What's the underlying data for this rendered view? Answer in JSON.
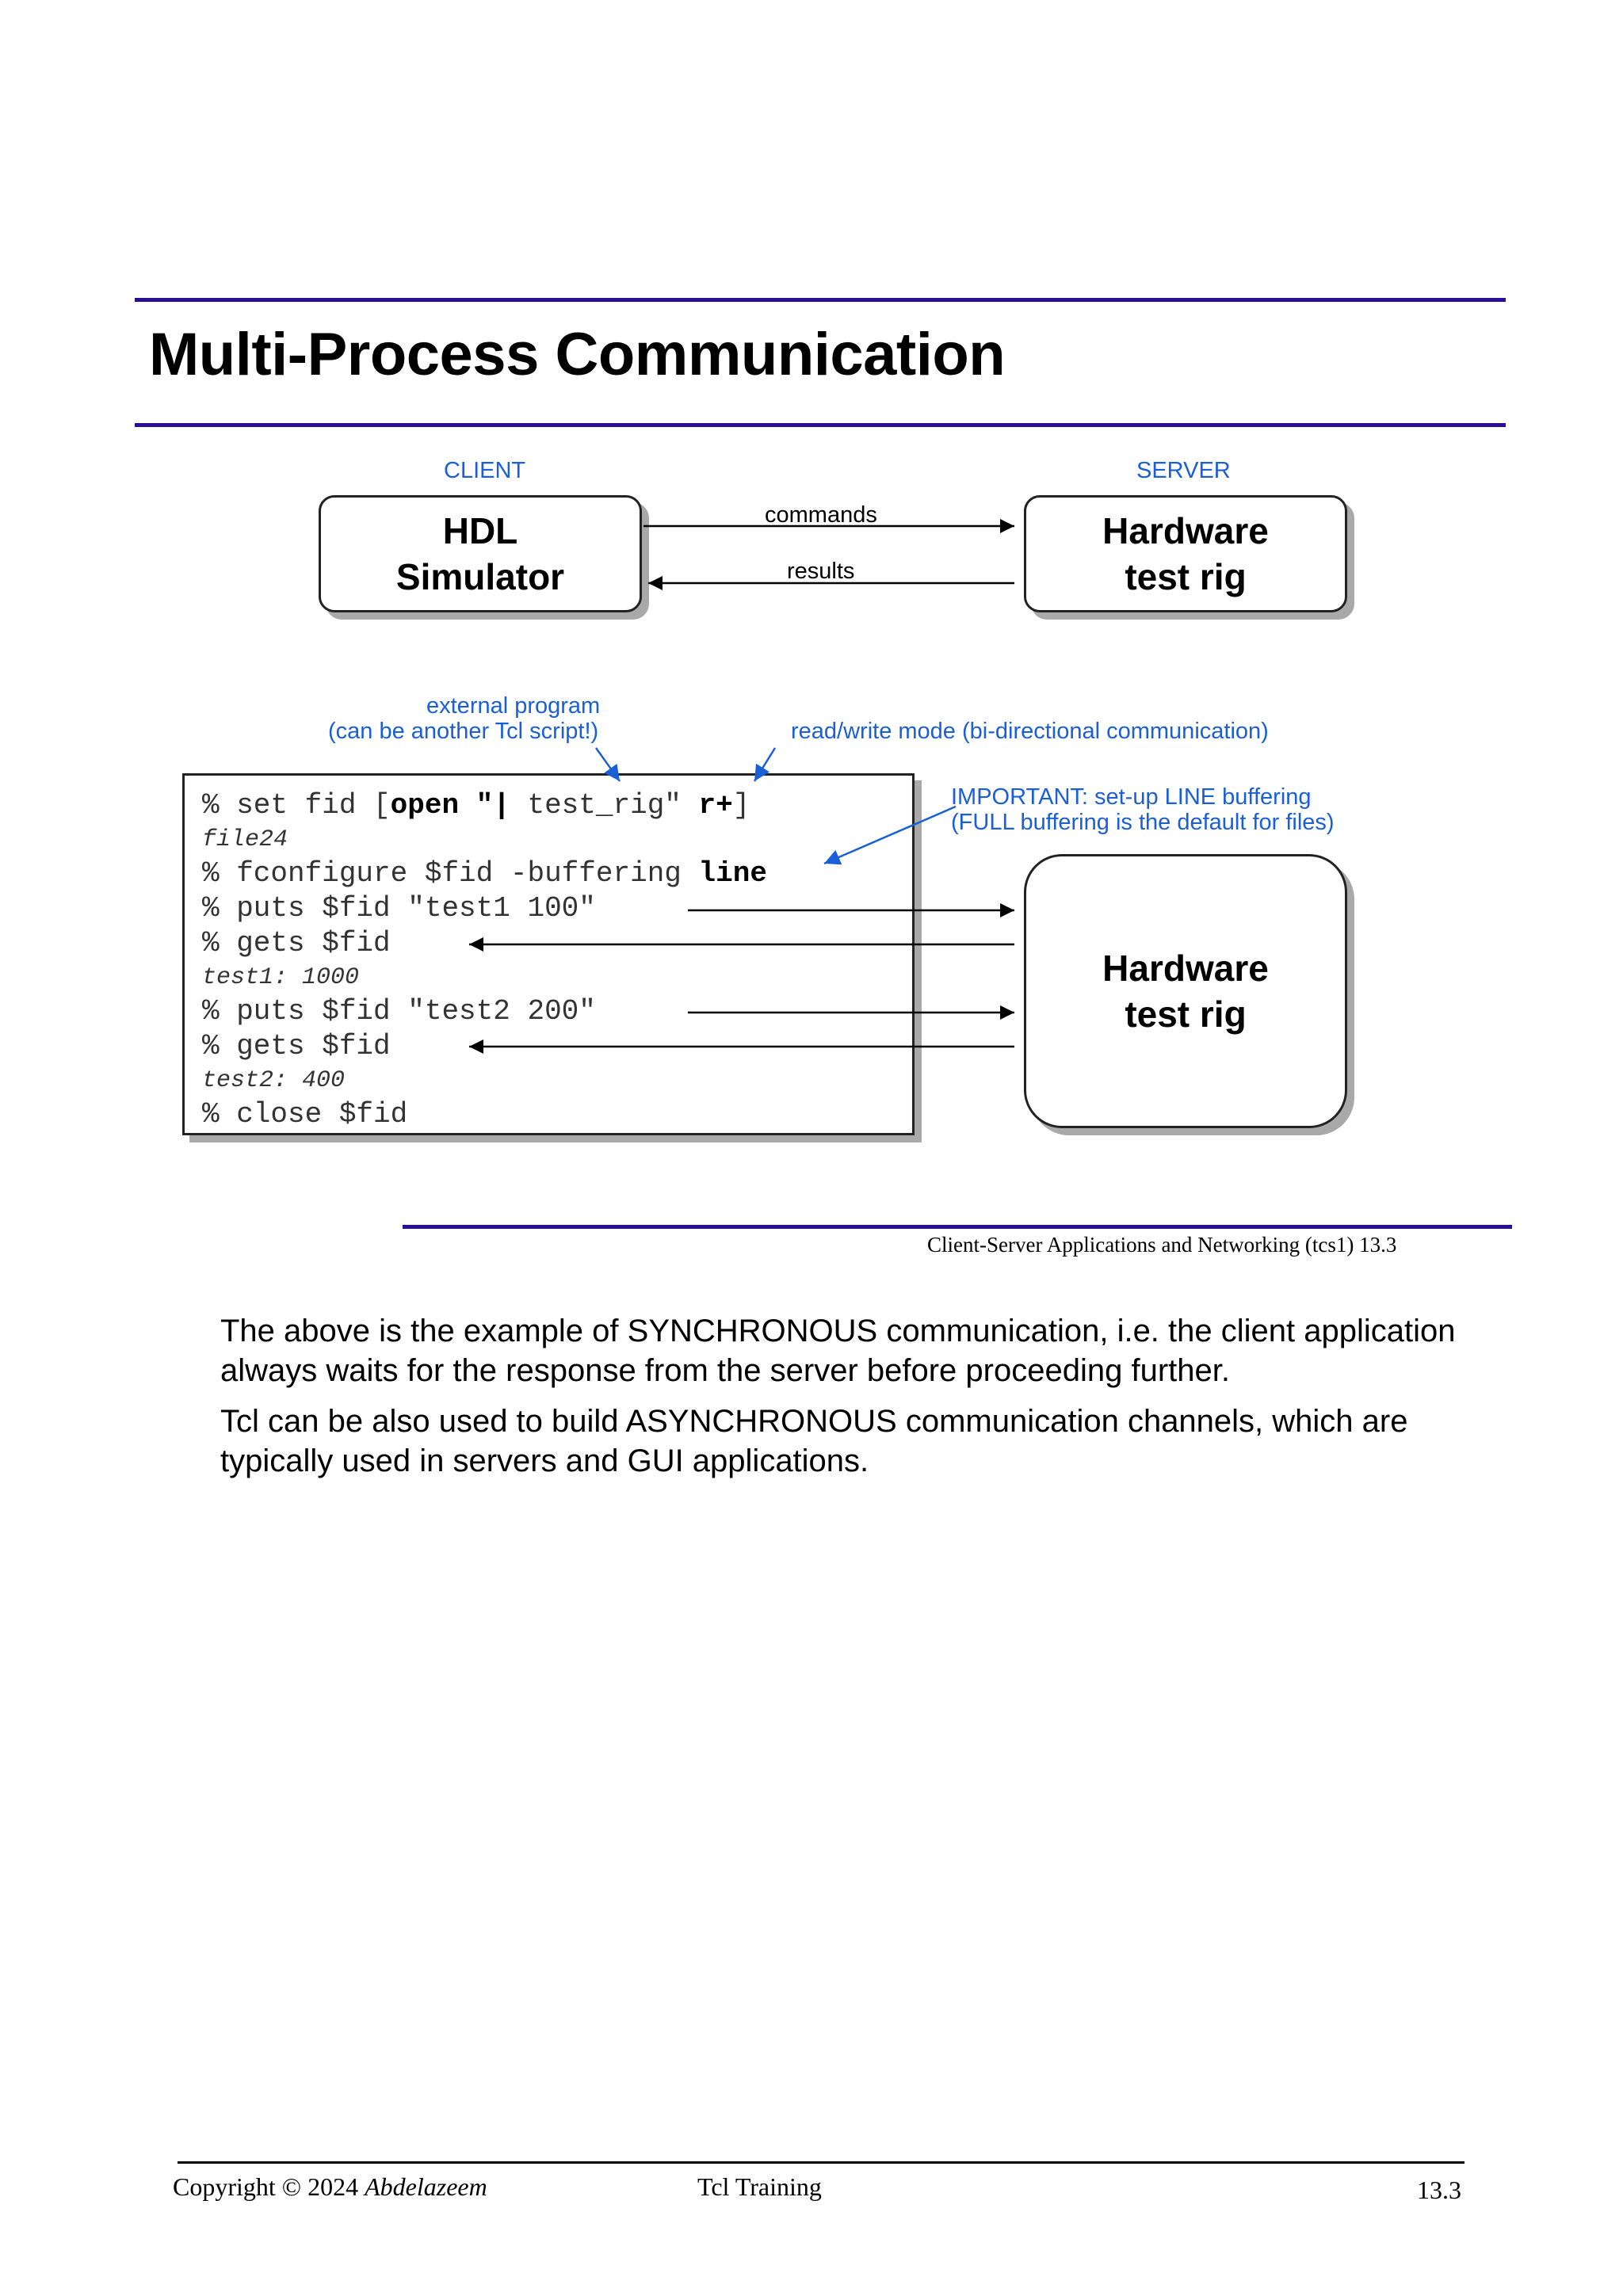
{
  "slide": {
    "title": "Multi-Process Communication",
    "client_label": "CLIENT",
    "server_label": "SERVER",
    "client_box": {
      "line1": "HDL",
      "line2": "Simulator"
    },
    "server_box": {
      "line1": "Hardware",
      "line2": "test rig"
    },
    "arrow_commands": "commands",
    "arrow_results": "results",
    "annotation_external": {
      "line1": "external program",
      "line2": "(can be another Tcl script!)"
    },
    "annotation_rw": "read/write mode (bi-directional communication)",
    "annotation_important": {
      "line1": "IMPORTANT: set-up LINE buffering",
      "line2": "(FULL buffering is the default for files)"
    },
    "code": {
      "l1_pre": "% set fid [",
      "l1_open": "open \"|",
      "l1_mid": " test_rig\" ",
      "l1_mode": "r+",
      "l1_post": "]",
      "out1": "file24",
      "l3_pre": "% fconfigure $fid -buffering ",
      "l3_line": "line",
      "l4": "% puts $fid \"test1 100\"",
      "l5": "% gets $fid",
      "out2": "test1: 1000",
      "l7": "% puts $fid \"test2 200\"",
      "l8": "% gets $fid",
      "out3": "test2: 400",
      "l10": "% close $fid"
    },
    "rig_box": {
      "line1": "Hardware",
      "line2": "test rig"
    },
    "caption": "Client-Server Applications and Networking (tcs1)  13.3"
  },
  "notes": {
    "p1": "The above is the example of SYNCHRONOUS communication, i.e. the client application always waits for the response from the server before proceeding further.",
    "p2": "Tcl can be also used to build ASYNCHRONOUS communication channels, which are typically used in servers and GUI applications."
  },
  "footer": {
    "copyright_prefix": "Copyright © 2024 ",
    "author": "Abdelazeem",
    "center": "Tcl Training",
    "page": "13.3"
  },
  "colors": {
    "rule": "#2a0f96",
    "annotation": "#1a5fd6",
    "shadow": "#a9a9a9"
  }
}
